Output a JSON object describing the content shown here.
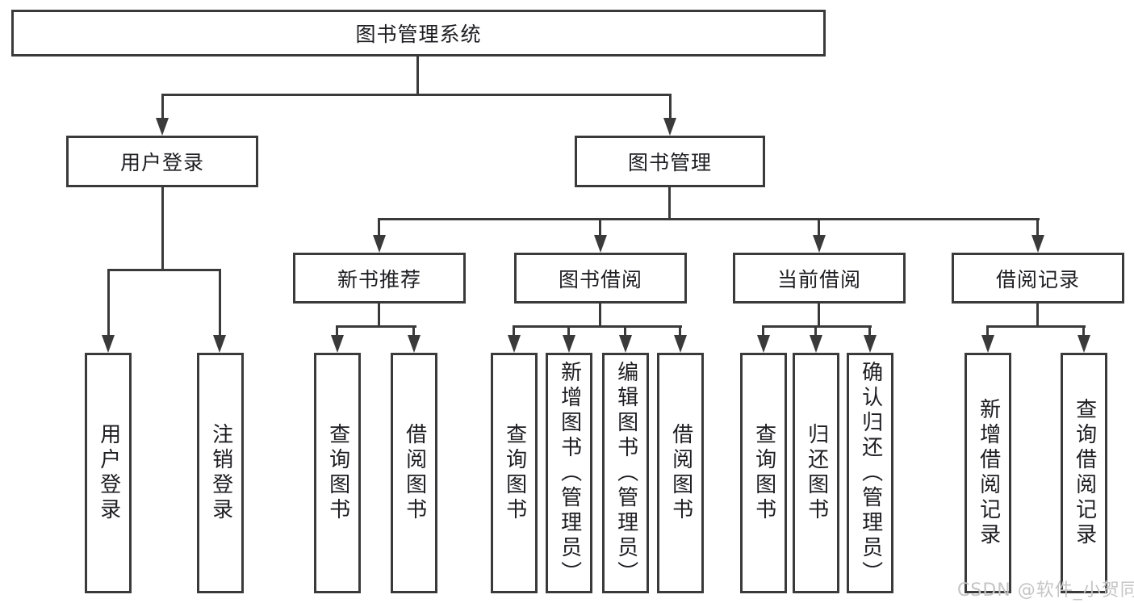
{
  "colors": {
    "line": "#3a3a3a",
    "border": "#3a3a3a",
    "text": "#1d1d22",
    "bg": "#ffffff",
    "watermark": "#c5c5c5"
  },
  "icons": {
    "arrow_down": "solid-triangle-down"
  },
  "watermark": {
    "text": "CSDN @软件_小贺同学"
  },
  "diagram": {
    "root": {
      "label": "图书管理系统"
    },
    "branches": [
      {
        "label": "用户登录",
        "children": [
          {
            "label": "用户登录"
          },
          {
            "label": "注销登录"
          }
        ]
      },
      {
        "label": "图书管理",
        "children": [
          {
            "label": "新书推荐",
            "children": [
              {
                "label": "查询图书"
              },
              {
                "label": "借阅图书"
              }
            ]
          },
          {
            "label": "图书借阅",
            "children": [
              {
                "label": "查询图书"
              },
              {
                "label": "新增图书（管理员）"
              },
              {
                "label": "编辑图书（管理员）"
              },
              {
                "label": "借阅图书"
              }
            ]
          },
          {
            "label": "当前借阅",
            "children": [
              {
                "label": "查询图书"
              },
              {
                "label": "归还图书"
              },
              {
                "label": "确认归还（管理员）"
              }
            ]
          },
          {
            "label": "借阅记录",
            "children": [
              {
                "label": "新增借阅记录"
              },
              {
                "label": "查询借阅记录"
              }
            ]
          }
        ]
      }
    ]
  }
}
